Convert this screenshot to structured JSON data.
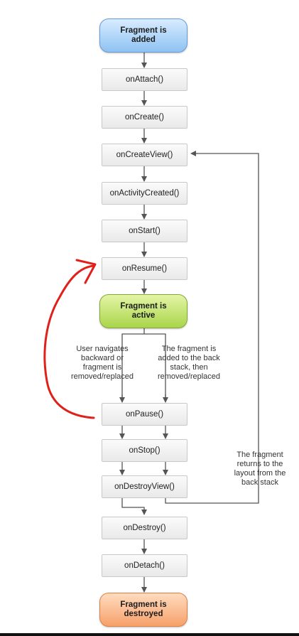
{
  "nodes": {
    "fragment_added": "Fragment is\nadded",
    "on_attach": "onAttach()",
    "on_create": "onCreate()",
    "on_create_view": "onCreateView()",
    "on_activity_created": "onActivityCreated()",
    "on_start": "onStart()",
    "on_resume": "onResume()",
    "fragment_active": "Fragment is\nactive",
    "on_pause": "onPause()",
    "on_stop": "onStop()",
    "on_destroy_view": "onDestroyView()",
    "on_destroy": "onDestroy()",
    "on_detach": "onDetach()",
    "fragment_destroyed": "Fragment is\ndestroyed"
  },
  "notes": {
    "user_navigates": "User navigates\nbackward or\nfragment is\nremoved/replaced",
    "added_to_back_stack": "The fragment is\nadded to the back\nstack, then\nremoved/replaced",
    "returns_to_layout": "The fragment\nreturns to the\nlayout from the\nback stack"
  },
  "colors": {
    "added": "#8ec2f2",
    "active": "#a9d54a",
    "destroyed": "#f6a06a",
    "connector": "#555555",
    "annotation": "#e0201b"
  }
}
